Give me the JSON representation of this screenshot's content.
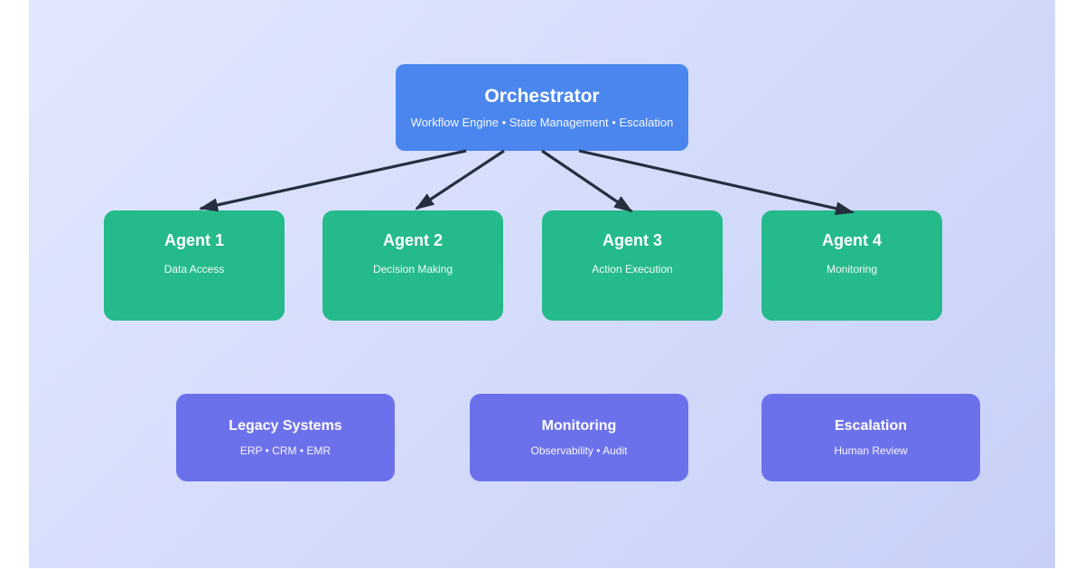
{
  "diagram": {
    "orchestrator": {
      "title": "Orchestrator",
      "subtitle": "Workflow Engine • State Management • Escalation",
      "color": "#4a86ee"
    },
    "agents": [
      {
        "title": "Agent 1",
        "subtitle": "Data Access"
      },
      {
        "title": "Agent 2",
        "subtitle": "Decision Making"
      },
      {
        "title": "Agent 3",
        "subtitle": "Action Execution"
      },
      {
        "title": "Agent 4",
        "subtitle": "Monitoring"
      }
    ],
    "agent_color": "#25ba8b",
    "support_nodes": [
      {
        "title": "Legacy Systems",
        "subtitle": "ERP • CRM • EMR"
      },
      {
        "title": "Monitoring",
        "subtitle": "Observability • Audit"
      },
      {
        "title": "Escalation",
        "subtitle": "Human Review"
      }
    ],
    "support_color": "#6c71eb",
    "edges": [
      {
        "from": "Orchestrator",
        "to": "Agent 1"
      },
      {
        "from": "Orchestrator",
        "to": "Agent 2"
      },
      {
        "from": "Orchestrator",
        "to": "Agent 3"
      },
      {
        "from": "Orchestrator",
        "to": "Agent 4"
      }
    ],
    "arrow_color": "#232f3e",
    "background_gradient": [
      "#e1e7fd",
      "#c7d0f8"
    ]
  }
}
